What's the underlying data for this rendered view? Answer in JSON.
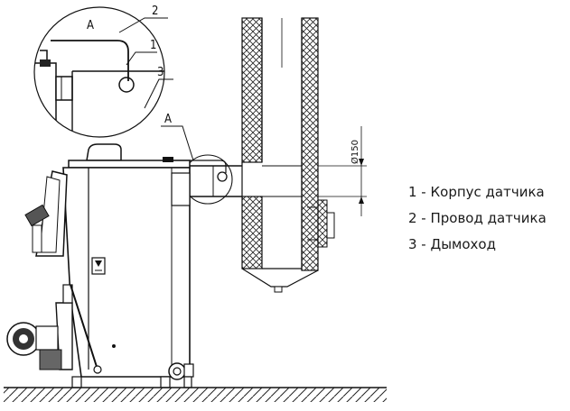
{
  "callouts": {
    "detail_letter_top": "A",
    "detail_letter_main": "A",
    "num_1": "1",
    "num_2": "2",
    "num_3": "3"
  },
  "dimension": {
    "diameter": "Ø150"
  },
  "legend": [
    "1 - Корпус датчика",
    "2 - Провод датчика",
    "3 - Дымоход"
  ]
}
